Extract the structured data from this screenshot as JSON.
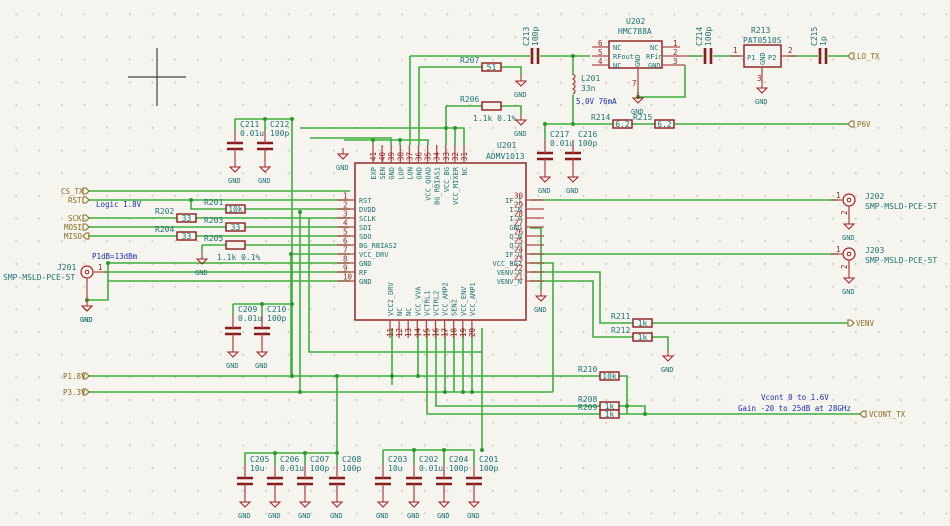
{
  "schematic": {
    "u201": {
      "ref": "U201",
      "value": "ADMV1013",
      "left_pins": [
        {
          "num": "1",
          "name": "RST"
        },
        {
          "num": "2",
          "name": "DVDD"
        },
        {
          "num": "3",
          "name": "SCLK"
        },
        {
          "num": "4",
          "name": "SDI"
        },
        {
          "num": "5",
          "name": "SDO"
        },
        {
          "num": "6",
          "name": "BG_RBIAS2"
        },
        {
          "num": "7",
          "name": "VCC_DRV"
        },
        {
          "num": "8",
          "name": "GND"
        },
        {
          "num": "9",
          "name": "RF"
        },
        {
          "num": "10",
          "name": "GND"
        }
      ],
      "right_pins": [
        {
          "num": "30",
          "name": "IF_I"
        },
        {
          "num": "29",
          "name": "I_N"
        },
        {
          "num": "28",
          "name": "I_P"
        },
        {
          "num": "27",
          "name": "GND"
        },
        {
          "num": "26",
          "name": "Q_N"
        },
        {
          "num": "25",
          "name": "Q_P"
        },
        {
          "num": "24",
          "name": "IF_Q"
        },
        {
          "num": "23",
          "name": "VCC_BG2"
        },
        {
          "num": "22",
          "name": "VENV_P"
        },
        {
          "num": "21",
          "name": "VENV_N"
        }
      ],
      "top_pins": [
        {
          "num": "41",
          "name": "EXP"
        },
        {
          "num": "40",
          "name": "SEN"
        },
        {
          "num": "39",
          "name": "GND"
        },
        {
          "num": "38",
          "name": "LOP"
        },
        {
          "num": "37",
          "name": "LON"
        },
        {
          "num": "36",
          "name": "GND"
        },
        {
          "num": "35",
          "name": "VCC_QUAD"
        },
        {
          "num": "34",
          "name": "BG_RBIAS1"
        },
        {
          "num": "33",
          "name": "VCC_BG"
        },
        {
          "num": "32",
          "name": "VCC_MIXER"
        },
        {
          "num": "31",
          "name": "NC"
        }
      ],
      "bottom_pins": [
        {
          "num": "11",
          "name": "VCC2_DRV"
        },
        {
          "num": "12",
          "name": "NC"
        },
        {
          "num": "13",
          "name": "NC"
        },
        {
          "num": "14",
          "name": "VCC_VVA"
        },
        {
          "num": "15",
          "name": "VCTRL1"
        },
        {
          "num": "16",
          "name": "VCTRL2"
        },
        {
          "num": "17",
          "name": "VCC_AMP2"
        },
        {
          "num": "18",
          "name": "SEN2"
        },
        {
          "num": "19",
          "name": "VCC_ENV"
        },
        {
          "num": "20",
          "name": "VCC_AMP1"
        }
      ]
    },
    "u202": {
      "ref": "U202",
      "value": "HMC788A",
      "left_pins": [
        {
          "num": "6",
          "name": "NC"
        },
        {
          "num": "5",
          "name": "RFout"
        },
        {
          "num": "4",
          "name": "NC"
        }
      ],
      "right_pins": [
        {
          "num": "1",
          "name": "NC"
        },
        {
          "num": "2",
          "name": "RFin"
        },
        {
          "num": "3",
          "name": "GND"
        }
      ],
      "bottom_pin": {
        "num": "7",
        "name": "GND"
      }
    },
    "r213": {
      "ref": "R213",
      "value": "PAT0510S",
      "pins": [
        {
          "num": "1",
          "name": "P1"
        },
        {
          "num": "2",
          "name": "P2"
        },
        {
          "num": "3",
          "name": "GND"
        }
      ]
    },
    "resistors": [
      {
        "ref": "R201",
        "value": "10k"
      },
      {
        "ref": "R202",
        "value": "33"
      },
      {
        "ref": "R203",
        "value": "33"
      },
      {
        "ref": "R204",
        "value": "33"
      },
      {
        "ref": "R205",
        "value": "",
        "note": "1.1k 0.1%"
      },
      {
        "ref": "R206",
        "value": "",
        "note": "1.1k 0.1%"
      },
      {
        "ref": "R207",
        "value": "51"
      },
      {
        "ref": "R208",
        "value": "1k"
      },
      {
        "ref": "R209",
        "value": "1k"
      },
      {
        "ref": "R210",
        "value": "10k"
      },
      {
        "ref": "R211",
        "value": "1k"
      },
      {
        "ref": "R212",
        "value": "1k"
      },
      {
        "ref": "R214",
        "value": "6.2"
      },
      {
        "ref": "R215",
        "value": "6.2"
      }
    ],
    "capacitors": [
      {
        "ref": "C201",
        "value": "100p"
      },
      {
        "ref": "C202",
        "value": "0.01u"
      },
      {
        "ref": "C203",
        "value": "10u"
      },
      {
        "ref": "C204",
        "value": "100p"
      },
      {
        "ref": "C205",
        "value": "10u"
      },
      {
        "ref": "C206",
        "value": "0.01u"
      },
      {
        "ref": "C207",
        "value": "100p"
      },
      {
        "ref": "C208",
        "value": "100p"
      },
      {
        "ref": "C209",
        "value": "0.01u"
      },
      {
        "ref": "C210",
        "value": "100p"
      },
      {
        "ref": "C211",
        "value": "0.01u"
      },
      {
        "ref": "C212",
        "value": "100p"
      },
      {
        "ref": "C213",
        "value": "100p"
      },
      {
        "ref": "C214",
        "value": "100p"
      },
      {
        "ref": "C215",
        "value": "1p"
      },
      {
        "ref": "C216",
        "value": "100p"
      },
      {
        "ref": "C217",
        "value": "0.01u"
      }
    ],
    "inductor": {
      "ref": "L201",
      "value": "33n"
    },
    "connectors": [
      {
        "ref": "J201",
        "value": "SMP-MSLD-PCE-5T"
      },
      {
        "ref": "J202",
        "value": "SMP-MSLD-PCE-5T"
      },
      {
        "ref": "J203",
        "value": "SMP-MSLD-PCE-5T"
      }
    ],
    "net_labels": {
      "cs_tx": "CS_TX",
      "rst": "RST",
      "sck": "SCK",
      "mosi": "MOSI",
      "miso": "MISO",
      "p18v": "P1.8V",
      "p33v": "P3.3V",
      "lo_tx": "LO_TX",
      "p6v": "P6V",
      "venv": "VENV",
      "vcont_tx": "VCONT_TX"
    },
    "gnd": "GND",
    "notes": {
      "logic": "Logic 1.8V",
      "p1db": "P1dB=13dBm",
      "supply": "5.0V 76mA",
      "vcont": "Vcont 0 to 1.6V",
      "gain": "Gain -20 to 25dB at 28GHz"
    }
  }
}
